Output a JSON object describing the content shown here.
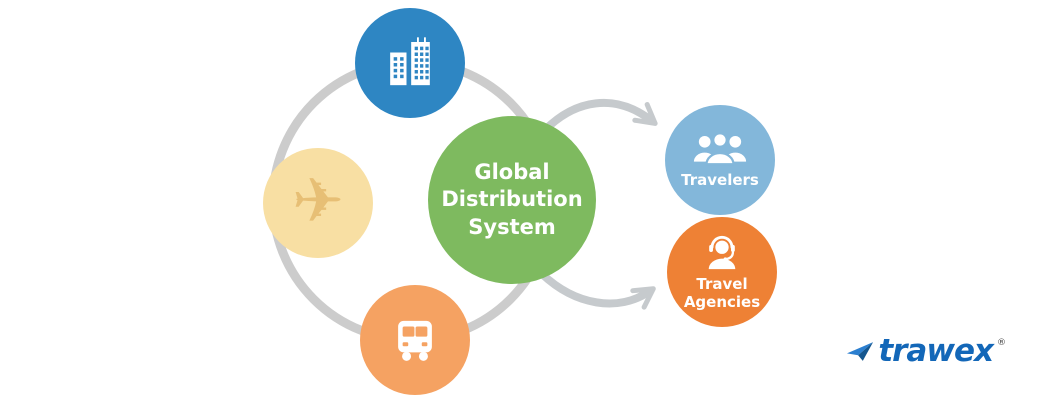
{
  "diagram": {
    "center_node": {
      "label": "Global Distribution System",
      "color": "#7eba5f"
    },
    "supplier_nodes": [
      {
        "name": "hotels",
        "icon": "buildings-icon",
        "color": "#2e86c3"
      },
      {
        "name": "flights",
        "icon": "airplane-icon",
        "color": "#f8dfa3",
        "icon_color": "#e7bf75"
      },
      {
        "name": "ground-transport",
        "icon": "bus-icon",
        "color": "#f5a262"
      }
    ],
    "output_nodes": [
      {
        "label": "Travelers",
        "icon": "travelers-icon",
        "color": "#83b7da"
      },
      {
        "label": "Travel Agencies",
        "icon": "headset-agent-icon",
        "color": "#ee8135"
      }
    ],
    "connector_ring_color": "#cccccc",
    "arrow_color": "#c6cacd"
  },
  "logo": {
    "text": "trawex",
    "registered_mark": "®",
    "color": "#1367b8",
    "icon": "trawex-arrow-icon"
  }
}
